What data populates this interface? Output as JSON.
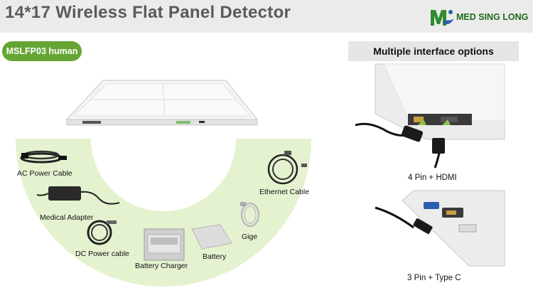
{
  "header": {
    "title": "14*17  Wireless Flat Panel Detector"
  },
  "logo": {
    "text": "MED SING LONG",
    "colors": {
      "green": "#2e8b2e",
      "blue": "#2a5db0"
    }
  },
  "model_badge": {
    "label": "MSLFP03 human",
    "color": "#66a534"
  },
  "accessories": {
    "arc_color": "#e4f2cf",
    "items": [
      {
        "label": "AC Power Cable"
      },
      {
        "label": "Medical Adapter"
      },
      {
        "label": "DC Power cable"
      },
      {
        "label": "Battery Charger"
      },
      {
        "label": "Battery"
      },
      {
        "label": "Gige"
      },
      {
        "label": "Ethernet Cable"
      }
    ]
  },
  "interfaces": {
    "banner": "Multiple interface options",
    "options": [
      {
        "label": "4 Pin + HDMI"
      },
      {
        "label": "3 Pin + Type C"
      }
    ]
  }
}
